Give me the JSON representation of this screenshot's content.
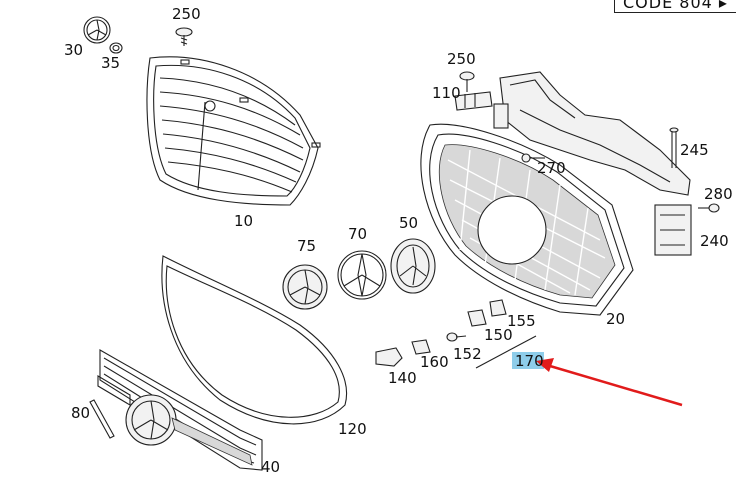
{
  "code_label": "CODE 804",
  "highlight_color": "#8ecdea",
  "arrow_color": "#e11b1b",
  "part_numbers": {
    "p10": "10",
    "p20": "20",
    "p30": "30",
    "p35": "35",
    "p40": "40",
    "p50": "50",
    "p70": "70",
    "p75": "75",
    "p80": "80",
    "p110": "110",
    "p120": "120",
    "p140": "140",
    "p150": "150",
    "p152": "152",
    "p155": "155",
    "p160": "160",
    "p170": "170",
    "p240": "240",
    "p245": "245",
    "p250a": "250",
    "p250b": "250",
    "p270": "270",
    "p280": "280"
  }
}
